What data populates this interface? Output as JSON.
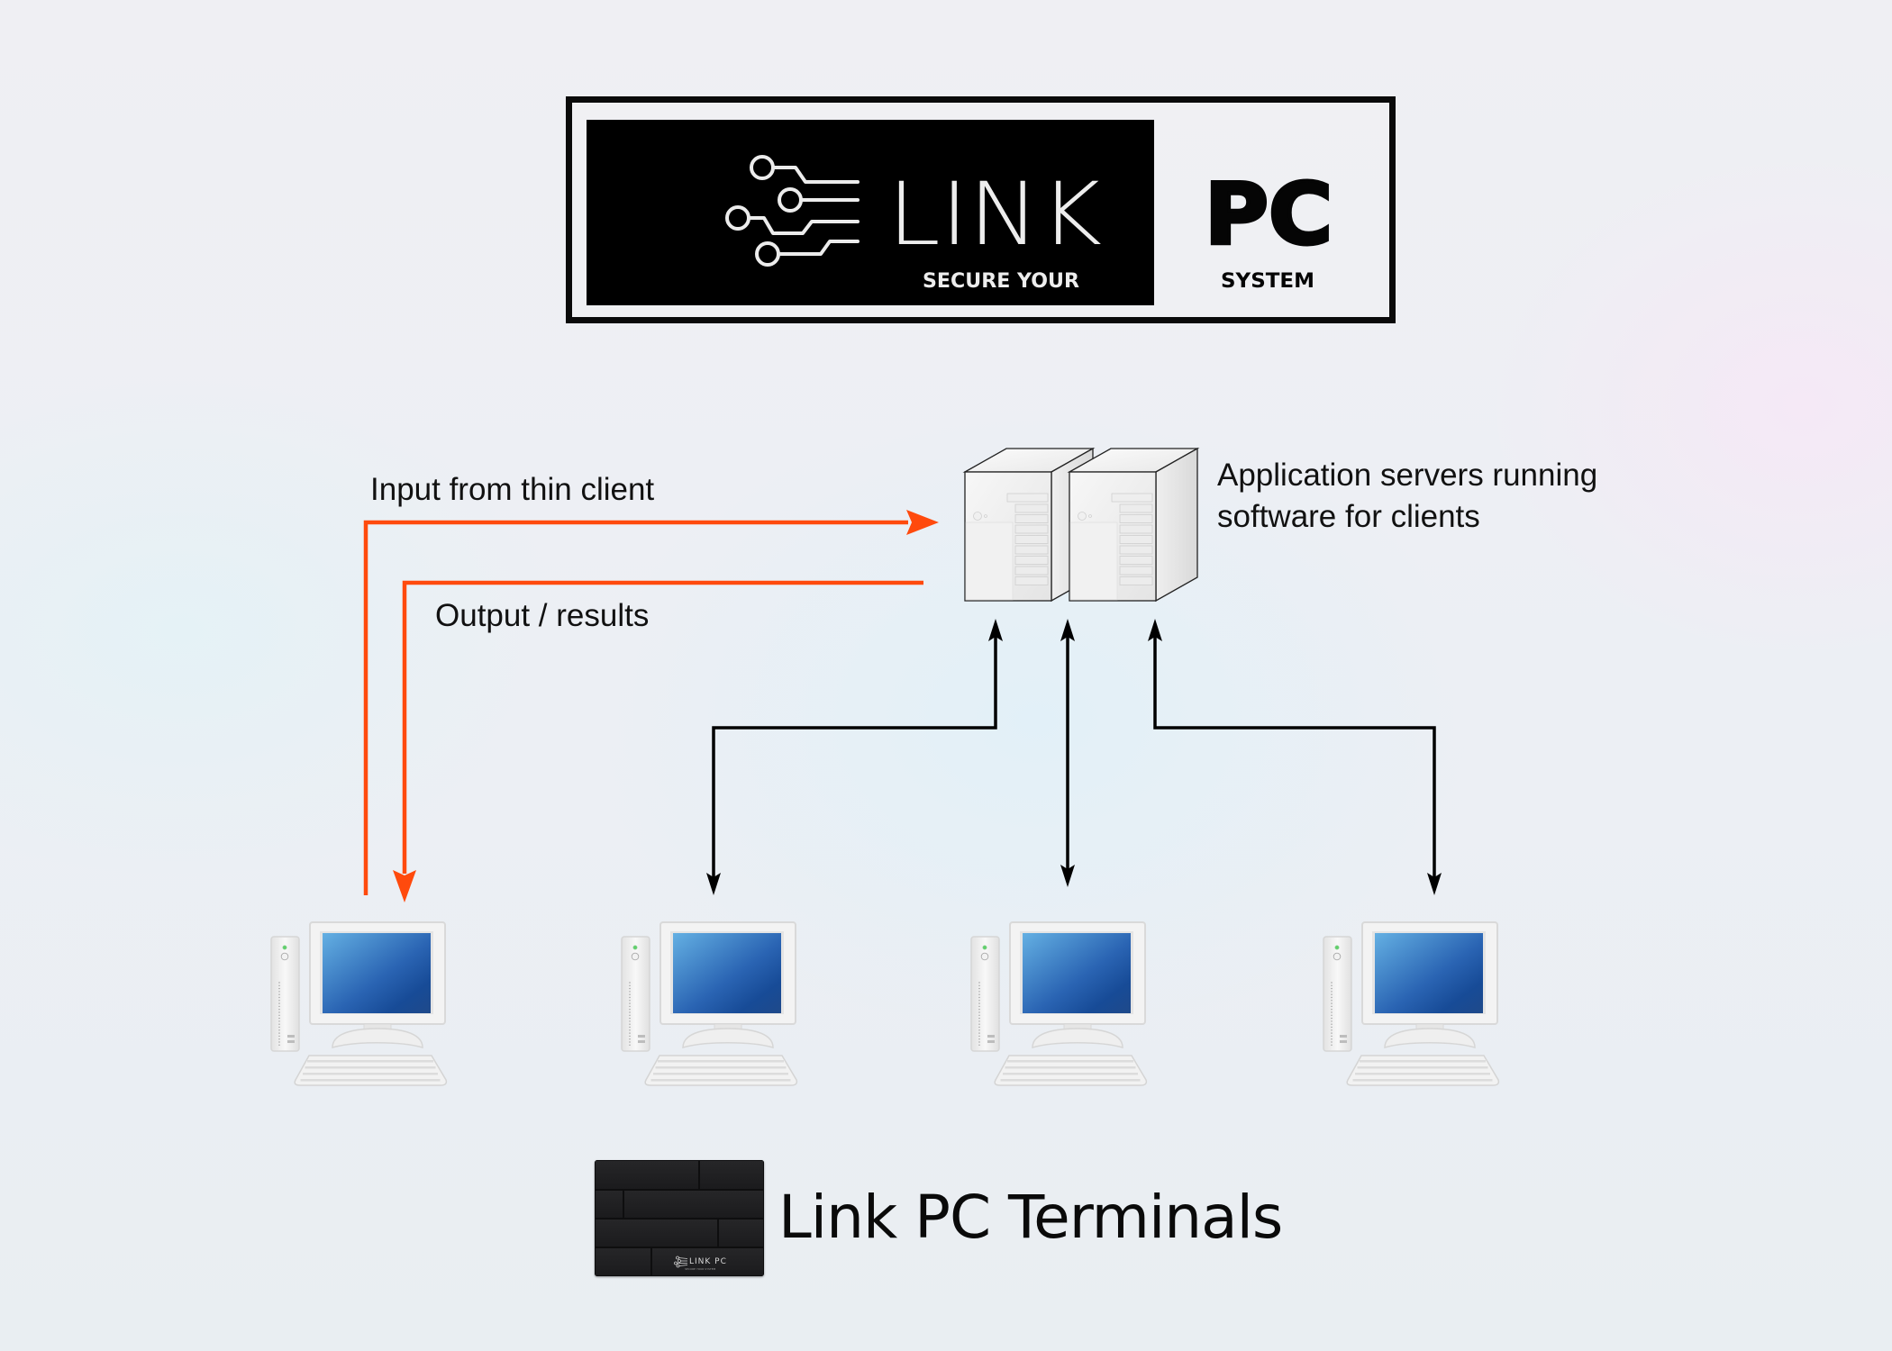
{
  "logo": {
    "brand_word": "LINK",
    "tagline_left": "SECURE YOUR",
    "product_word": "PC",
    "tagline_right": "SYSTEM",
    "icon": "circuit-traces-icon"
  },
  "diagram": {
    "input_label": "Input from thin client",
    "output_label": "Output / results",
    "servers_label_line1": "Application servers running",
    "servers_label_line2": "software for clients",
    "server_count": 2,
    "client_count": 4,
    "terminal_label": "Link PC Terminals",
    "terminal_device_badge": "LINK PC",
    "terminal_device_subbadge": "SECURE YOUR SYSTEM"
  },
  "colors": {
    "input_output_arrow": "#ff4a0d",
    "connection_arrow": "#000000",
    "logo_black": "#000000",
    "screen_blue": "#2b62b0"
  }
}
